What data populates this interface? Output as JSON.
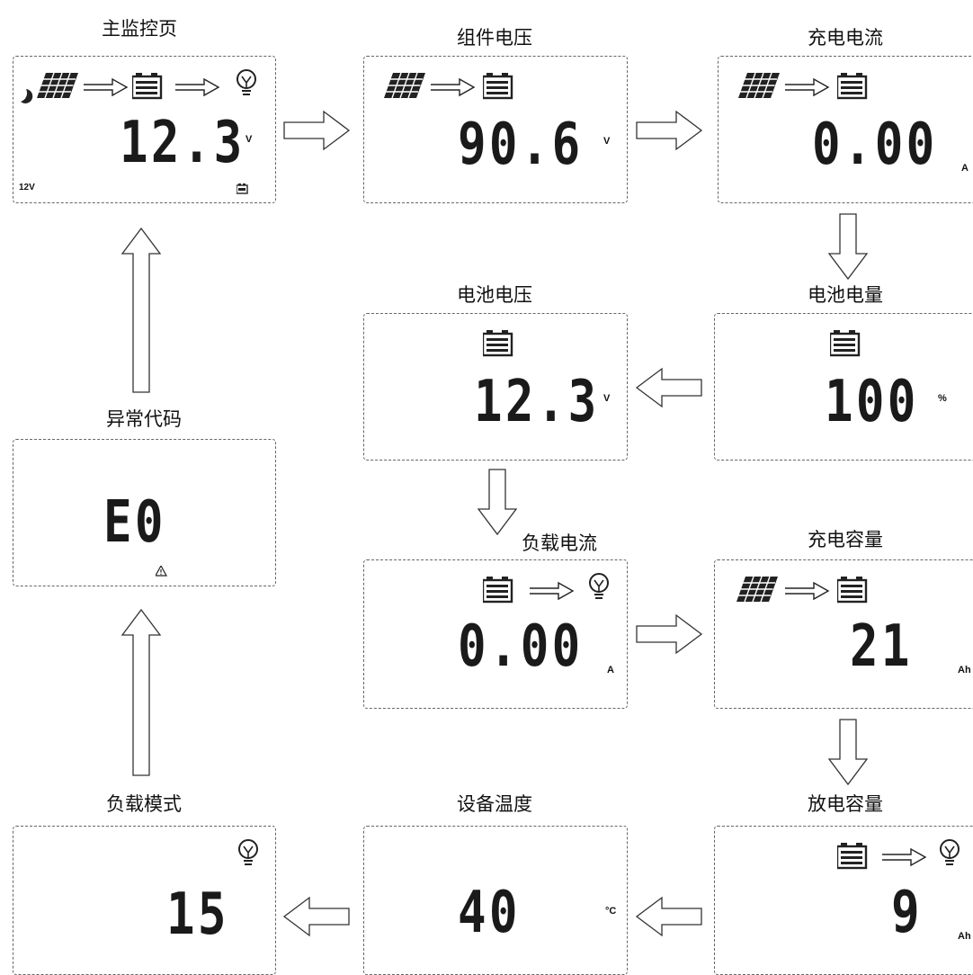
{
  "colors": {
    "stroke": "#333333",
    "dash": "#666666"
  },
  "panels": [
    {
      "id": "main-monitor",
      "title": "主监控页",
      "value": "12.3",
      "unit": "V",
      "system_voltage": "12V",
      "icons": [
        "moon-icon",
        "solar-panel-icon",
        "arrow-icon",
        "battery-icon",
        "arrow-icon",
        "bulb-icon",
        "battery-small-icon"
      ]
    },
    {
      "id": "pv-voltage",
      "title": "组件电压",
      "value": "90.6",
      "unit": "V",
      "icons": [
        "solar-panel-icon",
        "arrow-icon",
        "battery-icon"
      ]
    },
    {
      "id": "charge-current",
      "title": "充电电流",
      "value": "0.00",
      "unit": "A",
      "icons": [
        "solar-panel-icon",
        "arrow-icon",
        "battery-icon"
      ]
    },
    {
      "id": "battery-soc",
      "title": "电池电量",
      "value": "100",
      "unit": "%",
      "icons": [
        "battery-icon"
      ]
    },
    {
      "id": "battery-voltage",
      "title": "电池电压",
      "value": "12.3",
      "unit": "V",
      "icons": [
        "battery-icon"
      ]
    },
    {
      "id": "load-current",
      "title": "负载电流",
      "value": "0.00",
      "unit": "A",
      "icons": [
        "battery-icon",
        "arrow-icon",
        "bulb-icon"
      ]
    },
    {
      "id": "charge-capacity",
      "title": "充电容量",
      "value": "21",
      "unit": "Ah",
      "icons": [
        "solar-panel-icon",
        "arrow-icon",
        "battery-icon"
      ]
    },
    {
      "id": "discharge-capacity",
      "title": "放电容量",
      "value": "9",
      "unit": "Ah",
      "icons": [
        "battery-icon",
        "arrow-icon",
        "bulb-icon"
      ]
    },
    {
      "id": "device-temperature",
      "title": "设备温度",
      "value": "40",
      "unit": "°C",
      "icons": []
    },
    {
      "id": "load-mode",
      "title": "负载模式",
      "value": "15",
      "unit": "",
      "icons": [
        "bulb-icon"
      ]
    },
    {
      "id": "error-code",
      "title": "异常代码",
      "value": "E0",
      "unit": "",
      "icons": [
        "warning-icon"
      ]
    }
  ],
  "flow": [
    [
      "main-monitor",
      "pv-voltage"
    ],
    [
      "pv-voltage",
      "charge-current"
    ],
    [
      "charge-current",
      "battery-soc"
    ],
    [
      "battery-soc",
      "battery-voltage"
    ],
    [
      "battery-voltage",
      "load-current"
    ],
    [
      "load-current",
      "charge-capacity"
    ],
    [
      "charge-capacity",
      "discharge-capacity"
    ],
    [
      "discharge-capacity",
      "device-temperature"
    ],
    [
      "device-temperature",
      "load-mode"
    ],
    [
      "load-mode",
      "error-code"
    ],
    [
      "error-code",
      "main-monitor"
    ]
  ]
}
